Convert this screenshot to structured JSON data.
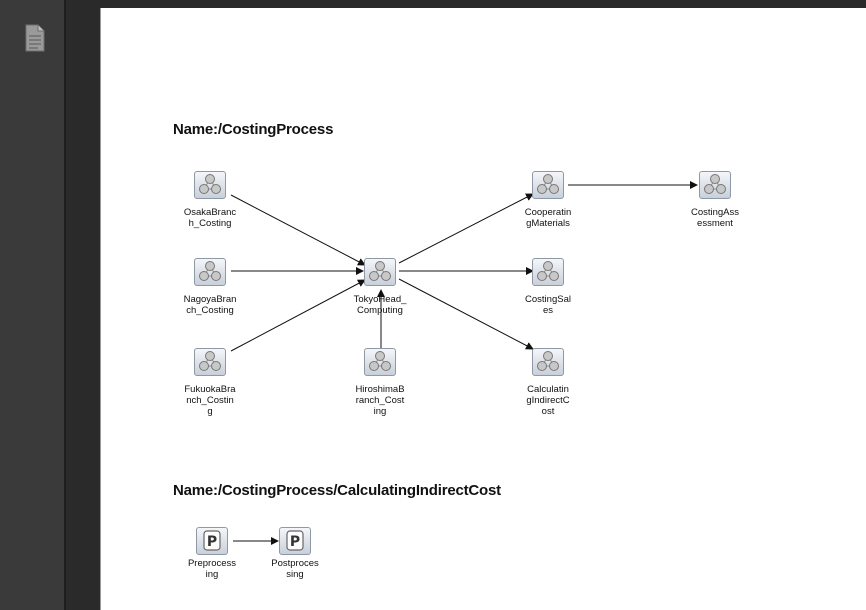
{
  "sidebar": {
    "icon": "document-icon"
  },
  "sections": [
    {
      "title": "Name:/CostingProcess"
    },
    {
      "title": "Name:/CostingProcess/CalculatingIndirectCost"
    }
  ],
  "nodes": {
    "osaka": {
      "label": "OsakaBranc\nh_Costing",
      "icon": "network-icon"
    },
    "nagoya": {
      "label": "NagoyaBran\nch_Costing",
      "icon": "network-icon"
    },
    "fukuoka": {
      "label": "FukuokaBra\nnch_Costin\ng",
      "icon": "network-icon"
    },
    "tokyo": {
      "label": "TokyoHead_\nComputing",
      "icon": "network-icon"
    },
    "hiroshima": {
      "label": "HiroshimaB\nranch_Cost\ning",
      "icon": "network-icon"
    },
    "cooperating": {
      "label": "Cooperatin\ngMaterials",
      "icon": "network-icon"
    },
    "costing_sales": {
      "label": "CostingSal\nes",
      "icon": "network-icon"
    },
    "calculating": {
      "label": "Calculatin\ngIndirectC\nost",
      "icon": "network-icon"
    },
    "assessment": {
      "label": "CostingAss\nessment",
      "icon": "network-icon"
    },
    "preprocessing": {
      "label": "Preprocess\ning",
      "icon": "process-p-icon"
    },
    "postprocessing": {
      "label": "Postproces\nsing",
      "icon": "process-p-icon"
    }
  }
}
